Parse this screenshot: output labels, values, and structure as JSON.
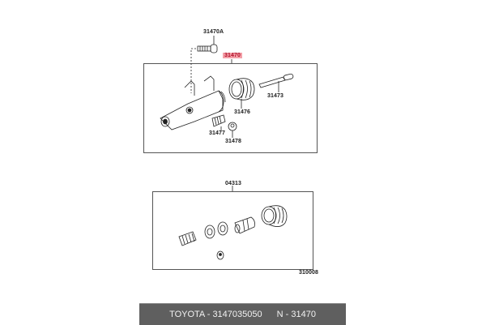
{
  "diagram": {
    "assembly_group": {
      "label": "31470",
      "highlighted": true,
      "highlight_color": "#f4a0a8",
      "parts": [
        {
          "id": "31470A",
          "desc": "bolt"
        },
        {
          "id": "31473",
          "desc": "push rod"
        },
        {
          "id": "31476",
          "desc": "boot"
        },
        {
          "id": "31477",
          "desc": "bleeder plug"
        },
        {
          "id": "31478",
          "desc": "bleeder cap"
        }
      ]
    },
    "kit_group": {
      "label": "04313",
      "illustration_code": "310008"
    }
  },
  "footer": {
    "brand_part": "TOYOTA - 3147035050",
    "ref": "N - 31470"
  }
}
